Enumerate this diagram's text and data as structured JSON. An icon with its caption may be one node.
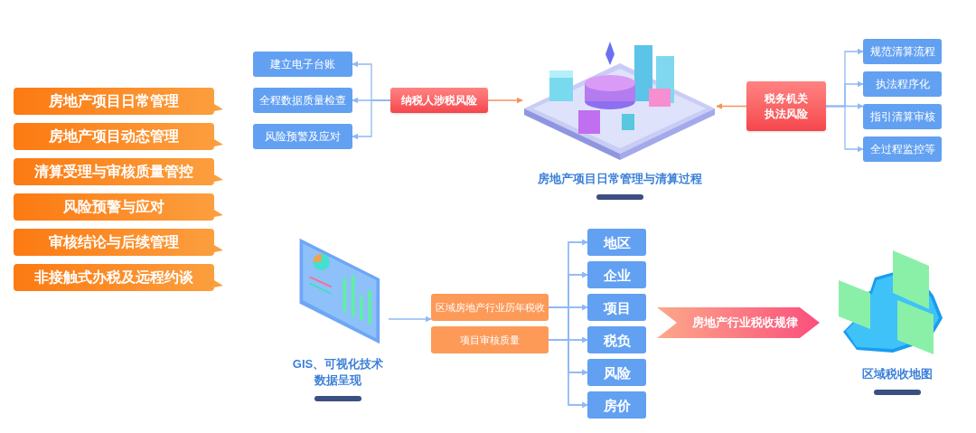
{
  "diagram": {
    "nodes": [
      {
        "text": [
          "房地产项目日常管理"
        ]
      },
      {
        "text": [
          "房地产项目动态管理"
        ]
      },
      {
        "text": [
          "清算受理与审核质量管控"
        ]
      },
      {
        "text": [
          "风险预警与应对"
        ]
      },
      {
        "text": [
          "审核结论与后续管理"
        ]
      },
      {
        "text": [
          "非接触式办税及远程约谈"
        ]
      },
      {
        "text": [
          "建立电子台账"
        ]
      },
      {
        "text": [
          "全程数据质量检查"
        ]
      },
      {
        "text": [
          "风险预警及应对"
        ]
      },
      {
        "text": [
          "纳税人涉税风险"
        ]
      },
      {
        "text": [
          "房地产项目日常管理与清算过程"
        ]
      },
      {
        "text": [
          "税务机关执法风险"
        ]
      },
      {
        "text": [
          "规范清算流程"
        ]
      },
      {
        "text": [
          "执法程序化"
        ]
      },
      {
        "text": [
          "指引清算审核"
        ]
      },
      {
        "text": [
          "全过程监控等"
        ]
      },
      {
        "text": [
          "GIS、可视化技术数据呈现"
        ]
      },
      {
        "text": [
          "区域房地产行业历年税收"
        ]
      },
      {
        "text": [
          "项目审核质量"
        ]
      },
      {
        "text": [
          "地区"
        ]
      },
      {
        "text": [
          "企业"
        ]
      },
      {
        "text": [
          "项目"
        ]
      },
      {
        "text": [
          "税负"
        ]
      },
      {
        "text": [
          "风险"
        ]
      },
      {
        "text": [
          "房价"
        ]
      },
      {
        "text": [
          "房地产行业税收规律"
        ]
      },
      {
        "text": [
          "区域税收地图"
        ]
      }
    ],
    "edges": [
      {
        "from": 9,
        "to": 6,
        "arrow": "to"
      },
      {
        "from": 9,
        "to": 7,
        "arrow": "to"
      },
      {
        "from": 9,
        "to": 8,
        "arrow": "to"
      },
      {
        "from": 9,
        "to": 10,
        "arrow": "to",
        "color": "#f7935a"
      },
      {
        "from": 11,
        "to": 10,
        "arrow": "to",
        "color": "#f7935a"
      },
      {
        "from": 11,
        "to": 12,
        "arrow": "to"
      },
      {
        "from": 11,
        "to": 13,
        "arrow": "to"
      },
      {
        "from": 11,
        "to": 14,
        "arrow": "to"
      },
      {
        "from": 11,
        "to": 15,
        "arrow": "to"
      },
      {
        "from": 16,
        "to": 17,
        "arrow": "to"
      },
      {
        "from": 17,
        "to": 19,
        "arrow": "to"
      },
      {
        "from": 17,
        "to": 20,
        "arrow": "to"
      },
      {
        "from": 17,
        "to": 21,
        "arrow": "to"
      },
      {
        "from": 17,
        "to": 22,
        "arrow": "to"
      },
      {
        "from": 17,
        "to": 23,
        "arrow": "to"
      },
      {
        "from": 17,
        "to": 24,
        "arrow": "to"
      },
      {
        "from": 18,
        "to": 19,
        "arrow": "to"
      },
      {
        "from": 18,
        "to": 20,
        "arrow": "to"
      },
      {
        "from": 18,
        "to": 21,
        "arrow": "to"
      },
      {
        "from": 18,
        "to": 22,
        "arrow": "to"
      },
      {
        "from": 18,
        "to": 23,
        "arrow": "to"
      },
      {
        "from": 18,
        "to": 24,
        "arrow": "to"
      }
    ]
  }
}
